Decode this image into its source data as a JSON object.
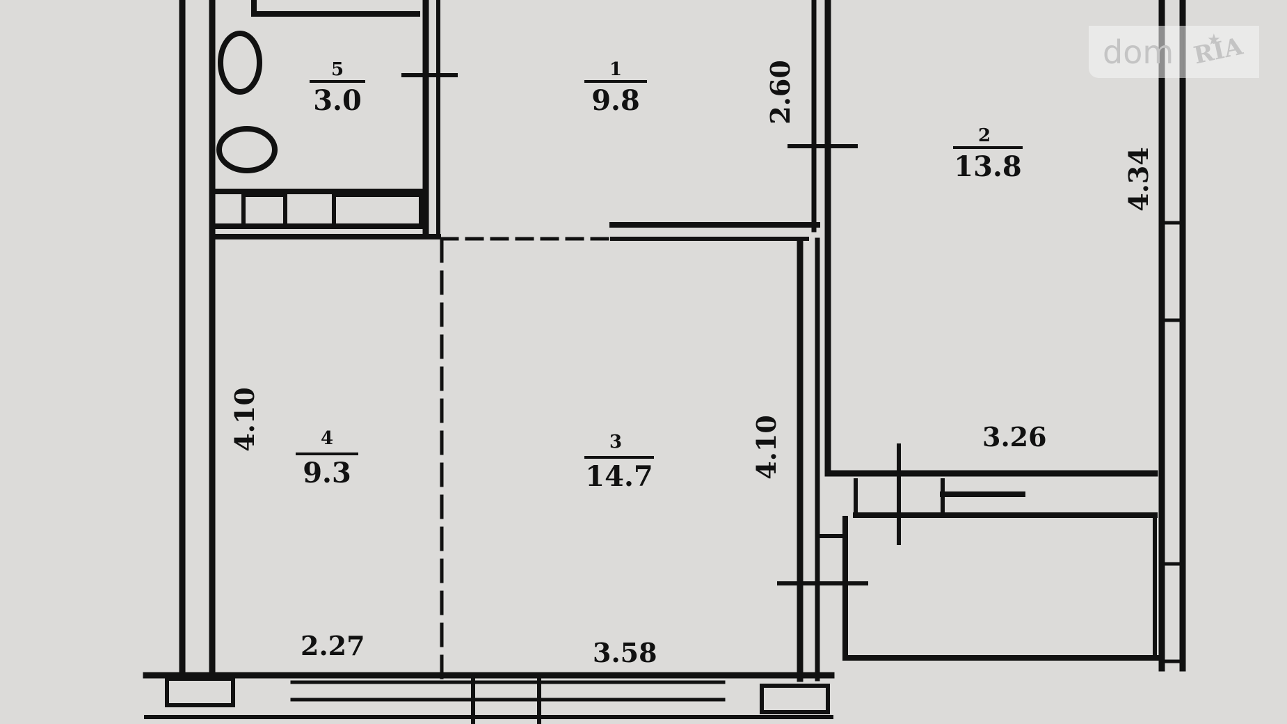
{
  "logo": {
    "left_text": "dom",
    "right_text": "RIA",
    "star_icon": "star-icon"
  },
  "rooms": [
    {
      "number": "5",
      "area": "3.0"
    },
    {
      "number": "1",
      "area": "9.8"
    },
    {
      "number": "2",
      "area": "13.8"
    },
    {
      "number": "4",
      "area": "9.3"
    },
    {
      "number": "3",
      "area": "14.7"
    }
  ],
  "dimensions": {
    "corridor_height": "2.60",
    "room2_height": "4.34",
    "room2_width": "3.26",
    "room4_height": "4.10",
    "room3_height": "4.10",
    "room4_width": "2.27",
    "room3_width": "3.58"
  },
  "colors": {
    "background": "#dcdbd9",
    "lines": "#111111"
  }
}
